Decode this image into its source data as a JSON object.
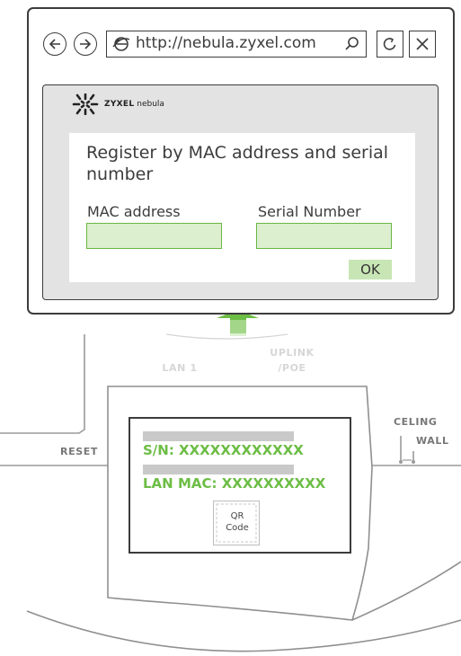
{
  "browser": {
    "url": "http://nebula.zyxel.com"
  },
  "page": {
    "brand_bold": "ZYXEL",
    "brand_light": "nebula",
    "title": "Register by MAC address and serial number",
    "mac_label": "MAC address",
    "serial_label": "Serial Number",
    "mac_value": "",
    "serial_value": "",
    "ok_label": "OK"
  },
  "device": {
    "lan_label": "LAN 1",
    "uplink_line1": "UPLINK",
    "uplink_line2": "/POE",
    "reset_label": "RESET",
    "ceiling_label": "CELING",
    "wall_label": "WALL",
    "sn_text": "S/N: XXXXXXXXXXXX",
    "mac_text": "LAN MAC: XXXXXXXXXX",
    "qr_line1": "QR",
    "qr_line2": "Code"
  },
  "colors": {
    "accent_green": "#6cbd45",
    "field_fill": "#dcefcf",
    "ok_fill": "#c8e6b5",
    "outline": "#3c3c3c"
  }
}
